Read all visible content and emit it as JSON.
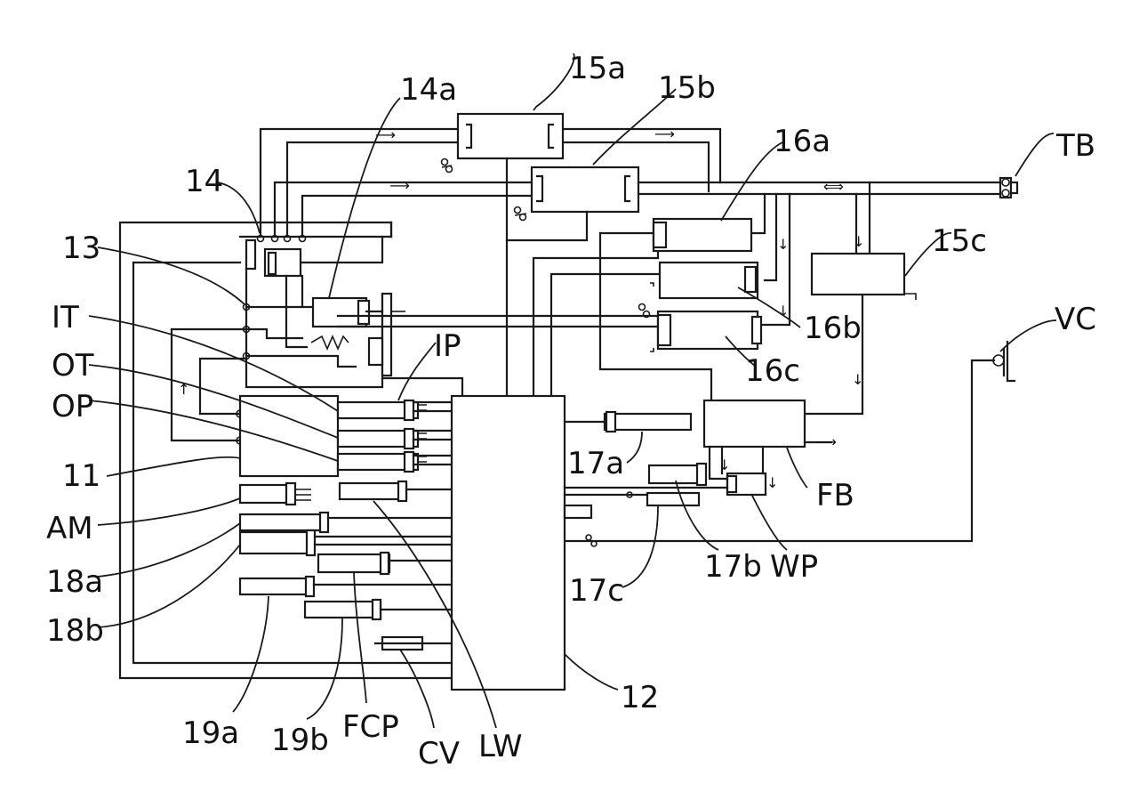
{
  "diagram": {
    "labels": {
      "l15a": "15a",
      "l15b": "15b",
      "l14a": "14a",
      "l16a": "16a",
      "lTB": "TB",
      "l14": "14",
      "l13": "13",
      "l15c": "15c",
      "lIT": "IT",
      "lOT": "OT",
      "lOP": "OP",
      "lIP": "IP",
      "lVC": "VC",
      "l16b": "16b",
      "l16c": "16c",
      "l11": "11",
      "l17a": "17a",
      "lFB": "FB",
      "lAM": "AM",
      "l18a": "18a",
      "l18b": "18b",
      "l17b": "17b",
      "lWP": "WP",
      "l17c": "17c",
      "l12": "12",
      "l19a": "19a",
      "l19b": "19b",
      "lFCP": "FCP",
      "lCV": "CV",
      "lLW": "LW"
    }
  }
}
